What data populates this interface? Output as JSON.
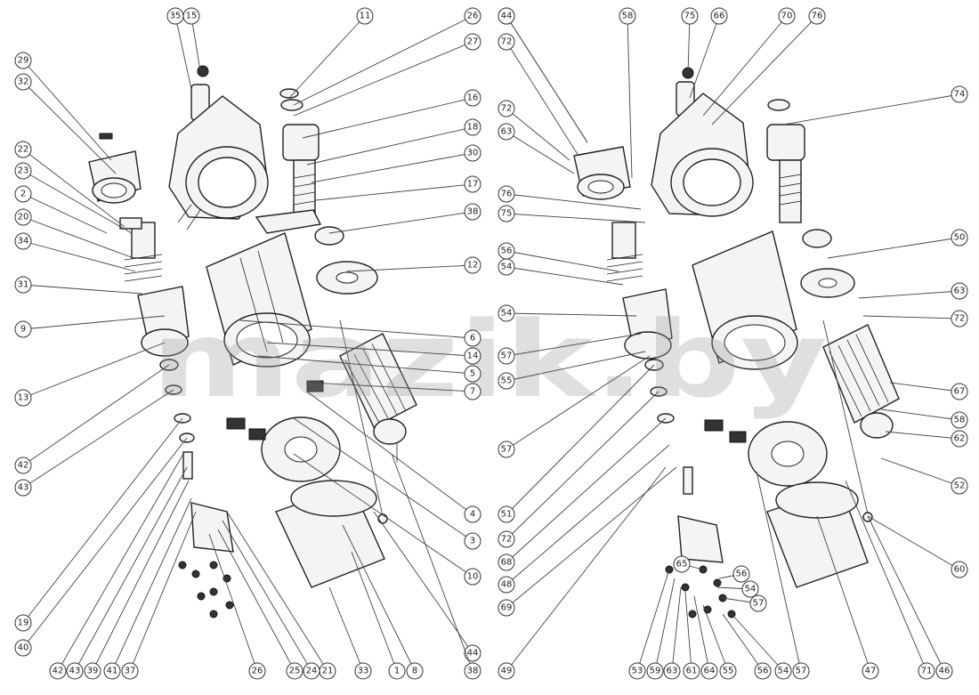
{
  "watermark": "mazik.by",
  "left_diagram": {
    "callout_labels": [
      "35",
      "15",
      "11",
      "26",
      "27",
      "29",
      "32",
      "16",
      "18",
      "30",
      "22",
      "23",
      "17",
      "2",
      "38",
      "20",
      "34",
      "12",
      "31",
      "9",
      "6",
      "14",
      "5",
      "7",
      "13",
      "42",
      "43",
      "4",
      "3",
      "10",
      "19",
      "40",
      "42",
      "43",
      "39",
      "41",
      "37",
      "26",
      "25",
      "24",
      "21",
      "33",
      "1",
      "8",
      "44",
      "38"
    ]
  },
  "right_diagram": {
    "callout_labels": [
      "63",
      "72",
      "58",
      "75",
      "66",
      "70",
      "76",
      "74",
      "72",
      "63",
      "76",
      "75",
      "56",
      "50",
      "54",
      "63",
      "72",
      "54",
      "57",
      "67",
      "58",
      "55",
      "62",
      "52",
      "57",
      "51",
      "72",
      "68",
      "48",
      "69",
      "60",
      "49",
      "53",
      "59",
      "63",
      "61",
      "64",
      "55",
      "65",
      "56",
      "57",
      "54",
      "56",
      "54",
      "57",
      "47",
      "71",
      "46",
      "44"
    ]
  }
}
